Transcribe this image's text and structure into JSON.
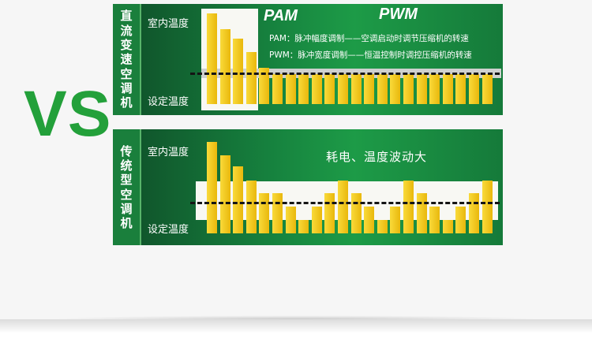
{
  "vs_text": "VS",
  "panel_inverter": {
    "side_title": [
      "直",
      "流",
      "变",
      "速",
      "空",
      "调",
      "机"
    ],
    "label_room_temp": "室内温度",
    "label_set_temp": "设定温度",
    "pam_label": "PAM",
    "pwm_label": "PWM",
    "pam_desc": "PAM：脉冲幅度调制——空调启动时调节压缩机的转速",
    "pwm_desc": "PWM：脉冲宽度调制——恒温控制时调控压缩机的转速",
    "bar_levels": [
      1.0,
      0.83,
      0.72,
      0.57,
      0.4,
      0.33,
      0.33,
      0.33,
      0.33,
      0.33,
      0.33,
      0.33,
      0.33,
      0.33,
      0.33,
      0.33,
      0.33,
      0.33,
      0.33,
      0.33,
      0.33,
      0.33
    ]
  },
  "panel_traditional": {
    "side_title": [
      "传",
      "统",
      "型",
      "空",
      "调",
      "机"
    ],
    "label_room_temp": "室内温度",
    "label_set_temp": "设定温度",
    "remark": "耗电、温度波动大",
    "bar_levels": [
      1.0,
      0.85,
      0.73,
      0.58,
      0.44,
      0.44,
      0.29,
      0.15,
      0.29,
      0.44,
      0.58,
      0.44,
      0.29,
      0.15,
      0.29,
      0.58,
      0.44,
      0.29,
      0.15,
      0.29,
      0.44,
      0.58
    ]
  },
  "colors": {
    "accent_green": "#23a03a",
    "bar_yellow": "#f3c922",
    "dash": "#141414"
  }
}
